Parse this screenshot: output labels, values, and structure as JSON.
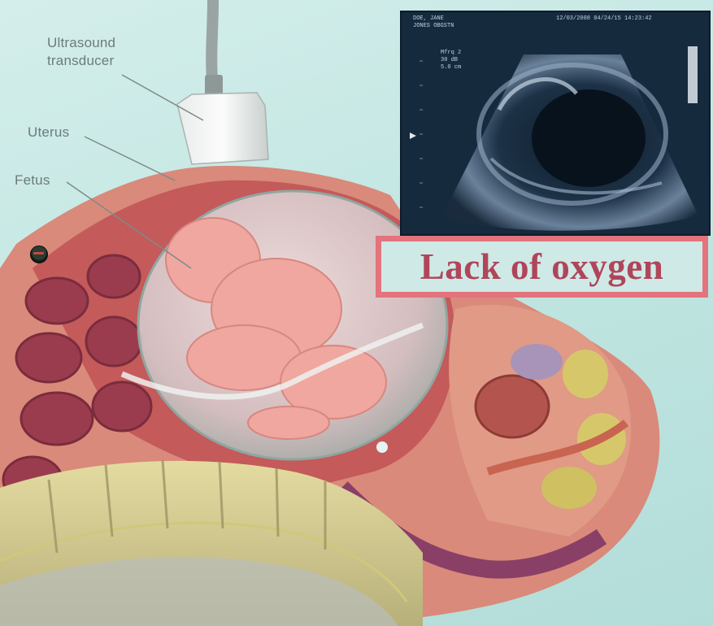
{
  "labels": {
    "transducer": "Ultrasound transducer",
    "uterus": "Uterus",
    "fetus": "Fetus"
  },
  "banner": {
    "text": "Lack of oxygen",
    "border_color": "#e3737c",
    "text_color": "#b0455a"
  },
  "ultrasound_screen": {
    "header_left_1": "DOE, JANE",
    "header_left_2": "JONES OBGSTN",
    "header_right": "12/03/2008   04/24/15  14:23:42",
    "params": [
      "Mfrq 2",
      "30 dB",
      "5.0 cm"
    ]
  },
  "colors": {
    "background": "#c2e6e2",
    "uterus_wall": "#c45a5a",
    "amniotic_sac": "#d9d4d4",
    "fetus": "#efa7a0",
    "spine": "#d9cf8e"
  }
}
